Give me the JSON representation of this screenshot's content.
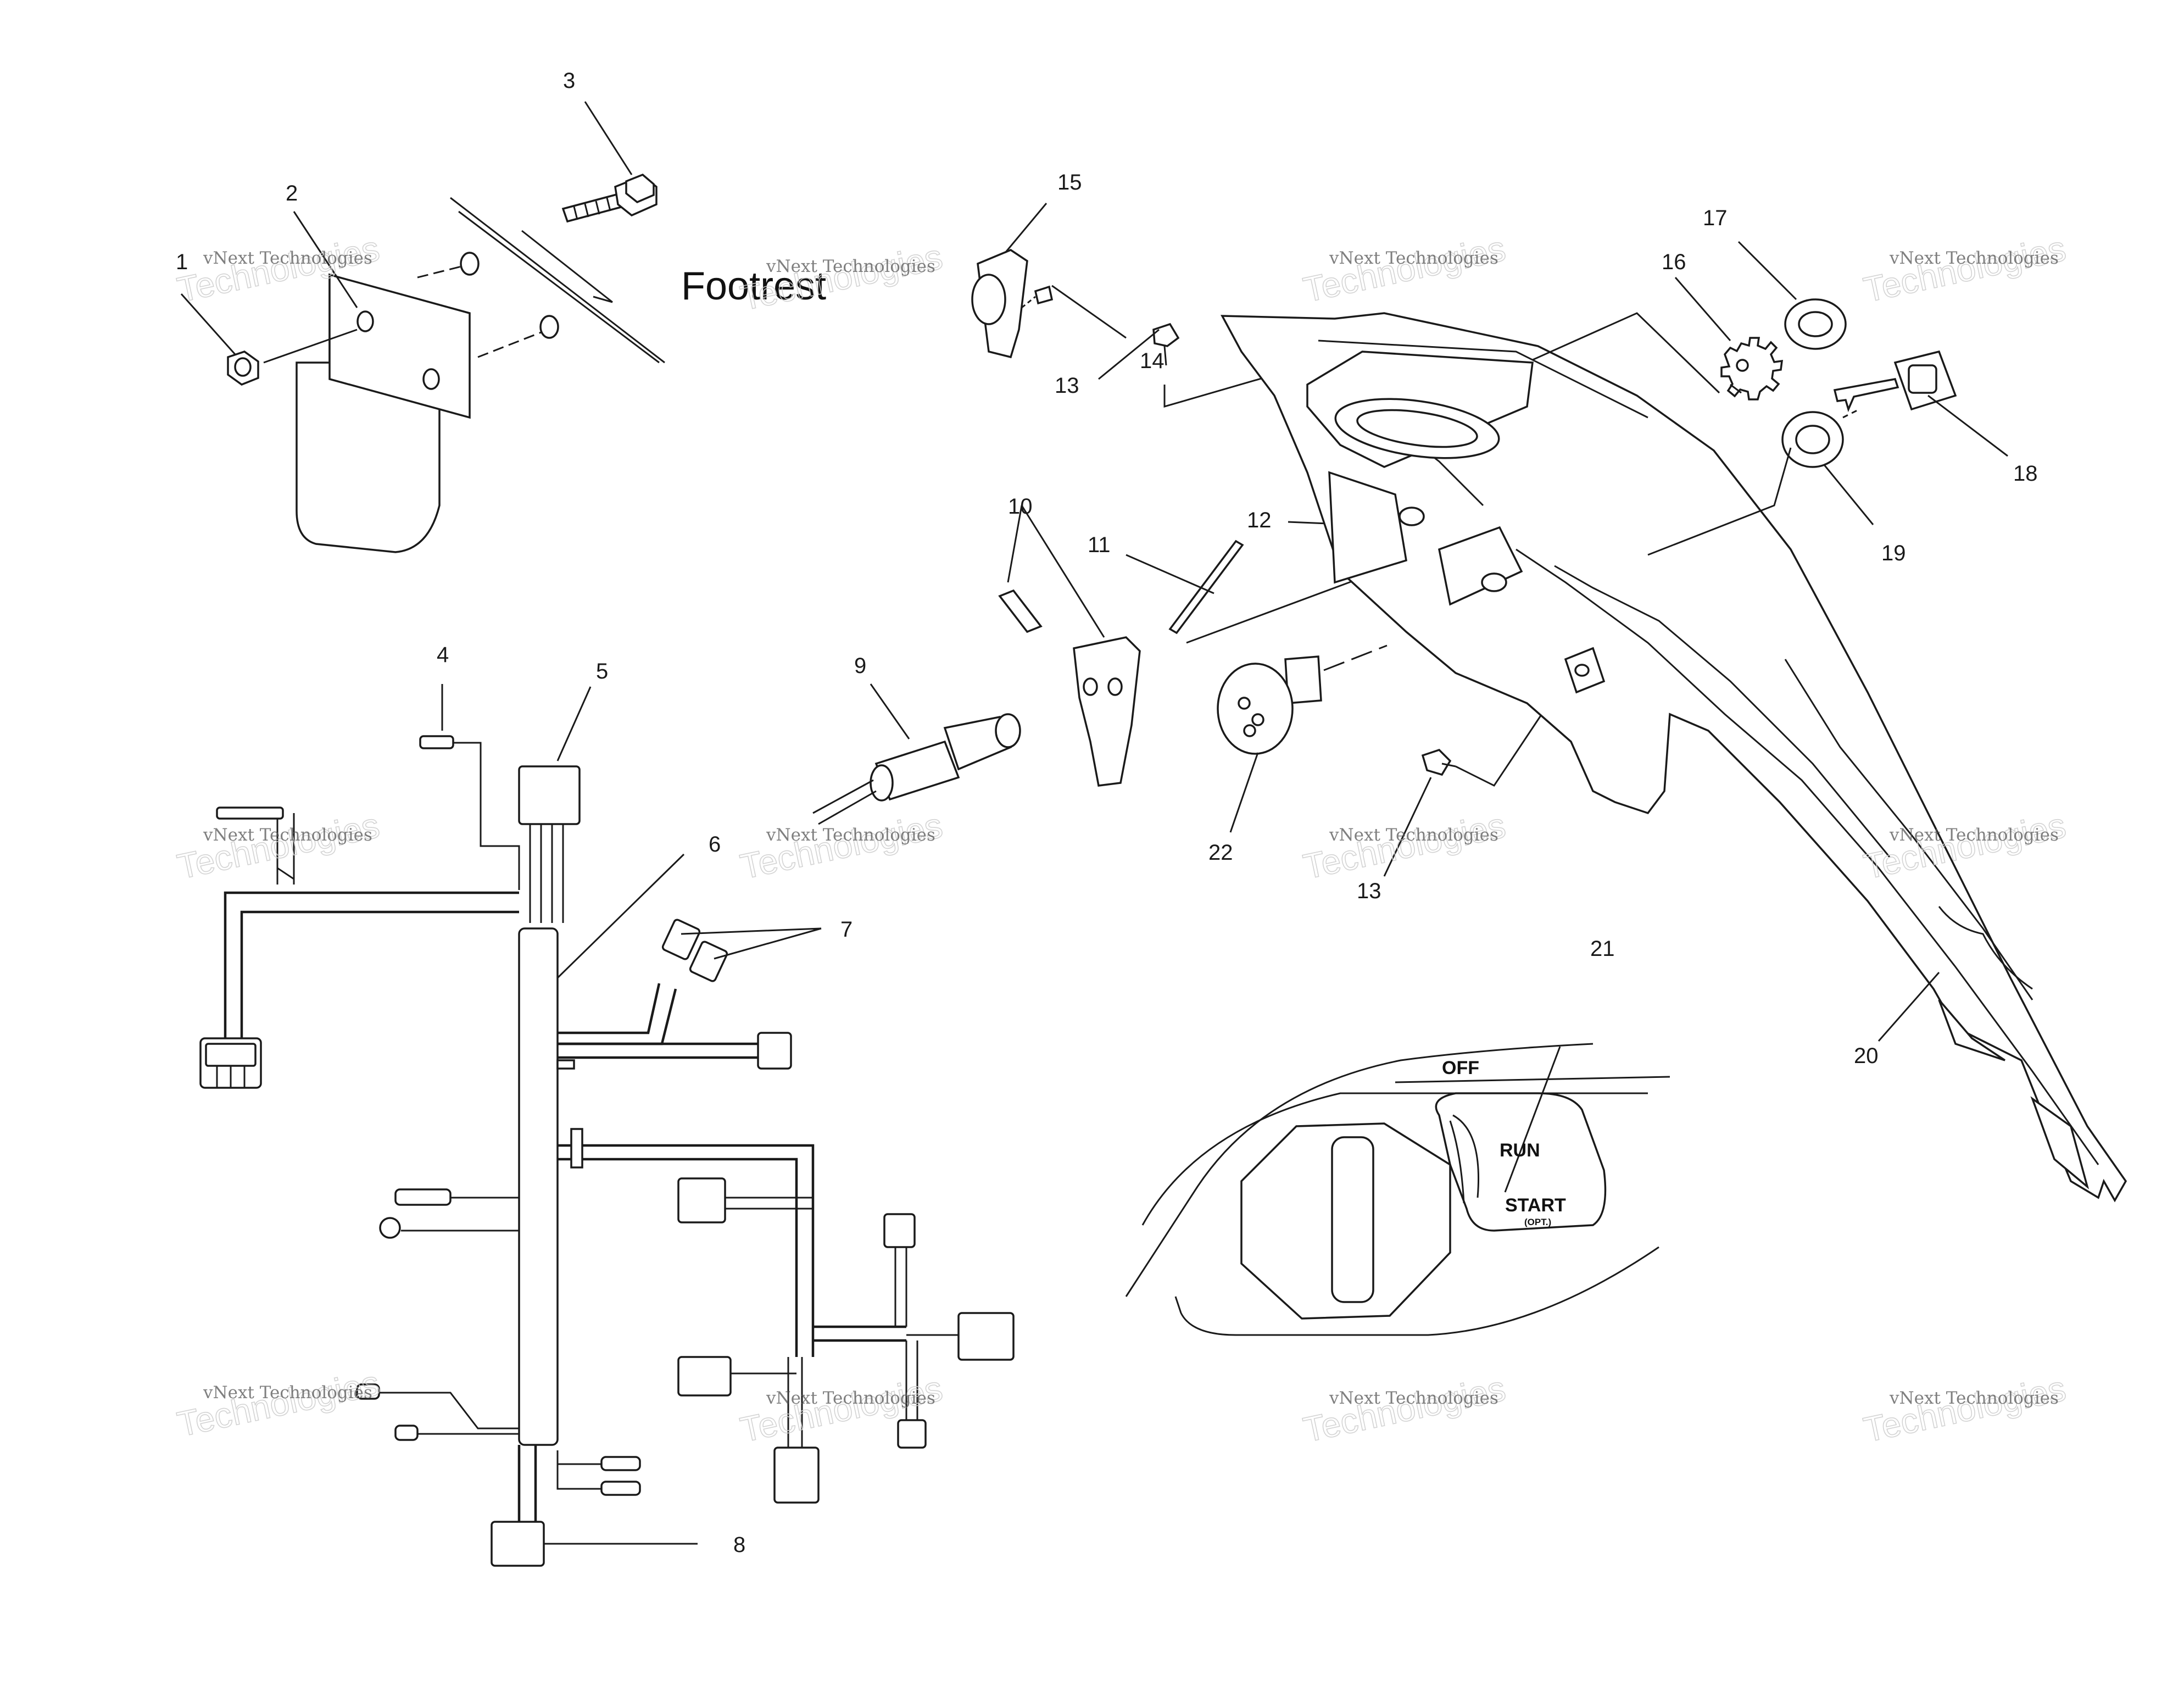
{
  "diagram": {
    "label_footrest": "Footrest",
    "callouts": [
      "1",
      "2",
      "3",
      "4",
      "5",
      "6",
      "7",
      "8",
      "9",
      "10",
      "11",
      "12",
      "13",
      "14",
      "15",
      "16",
      "17",
      "18",
      "19",
      "20",
      "21",
      "22"
    ],
    "dial_labels": {
      "off": "OFF",
      "run": "RUN",
      "start": "START",
      "opt": "(OPT.)"
    },
    "watermark": {
      "line1": "vNext Technologies",
      "line2": "Technologies"
    }
  }
}
